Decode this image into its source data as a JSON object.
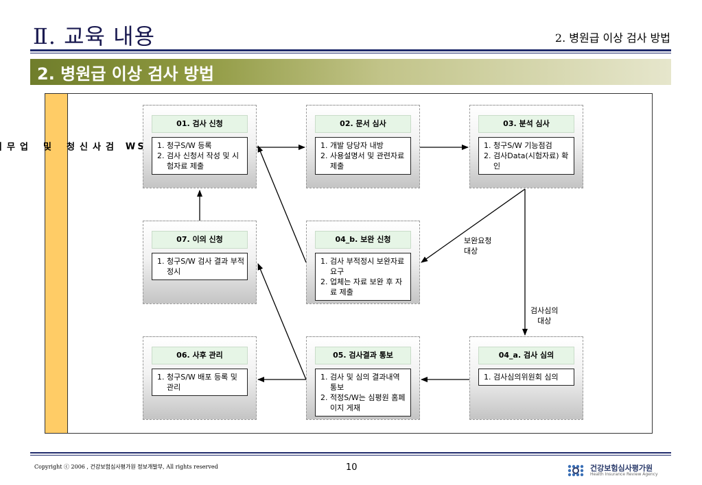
{
  "header": {
    "section_title": "Ⅱ. 교육 내용",
    "subtitle": "2. 병원급 이상 검사 방법"
  },
  "banner": {
    "title": "2. 병원급 이상 검사 방법"
  },
  "sidebar": {
    "text": "청\n구\nS\nW\n\n검\n사\n신\n청\n\n및\n\n업\n무\n처\n리\n\n절\n차"
  },
  "steps": {
    "s01": {
      "title": "01. 검사 신청",
      "items": [
        "청구S/W 등록",
        "검사 신청서 작성 및 시험자료 제출"
      ]
    },
    "s02": {
      "title": "02. 문서 심사",
      "items": [
        "개발 당당자 내방",
        "사용설명서 및 관련자료 제출"
      ]
    },
    "s03": {
      "title": "03. 분석 심사",
      "items": [
        "청구S/W 기능점검",
        "검사Data(시험자료) 확인"
      ]
    },
    "s07": {
      "title": "07. 이의 신청",
      "items": [
        "청구S/W 검사 결과 부적정시"
      ]
    },
    "s04b": {
      "title": "04_b. 보완 신청",
      "items": [
        "검사 부적정시 보완자료 요구",
        "업체는 자료 보완 후 자료 제출"
      ]
    },
    "s06": {
      "title": "06. 사후 관리",
      "items": [
        "청구S/W 배포 등록 및 관리"
      ]
    },
    "s05": {
      "title": "05. 검사결과 통보",
      "items": [
        "검사 및 심의 결과내역 통보",
        "적정S/W는 심평원 홈페이지 게재"
      ]
    },
    "s04a": {
      "title": "04_a. 검사 심의",
      "items": [
        "검사심의위원회 심의"
      ]
    }
  },
  "edge_labels": {
    "supplement": "보완요청\n대상",
    "review": "검사심의\n대상"
  },
  "footer": {
    "copyright": "Copyright ⓒ 2006 , 건강보험심사평가원 정보개발부,  All rights reserved",
    "page_number": "10",
    "logo_kr": "건강보험심사평가원",
    "logo_en": "Health Insurance Review Agency"
  },
  "colors": {
    "title_navy": "#1a1a50",
    "rule_navy": "#1f2a6b",
    "banner_olive": "#6f7d2b",
    "sidebar_orange": "#ffcc66",
    "step_title_green": "#e6f5e6"
  }
}
